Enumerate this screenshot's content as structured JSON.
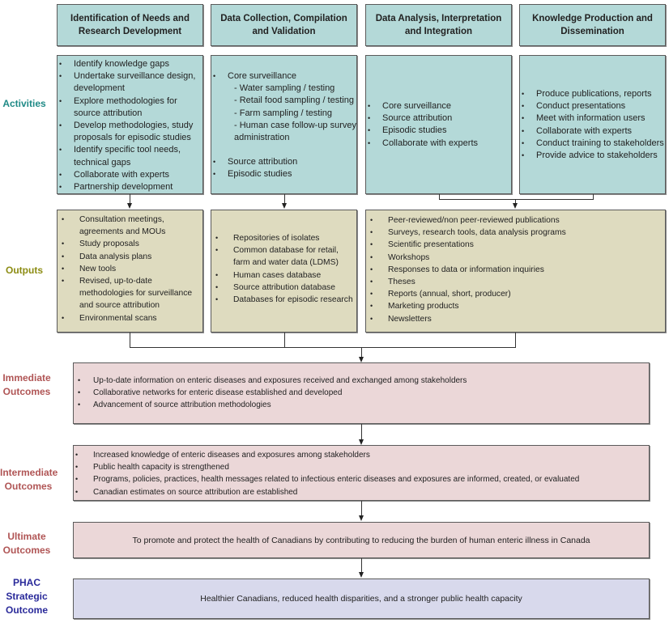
{
  "columns": [
    {
      "title": "Identification of Needs and Research Development"
    },
    {
      "title": "Data Collection, Compilation and Validation"
    },
    {
      "title": "Data Analysis, Interpretation and Integration"
    },
    {
      "title": "Knowledge Production and Dissemination"
    }
  ],
  "rows": {
    "activities": {
      "label": "Activities"
    },
    "outputs": {
      "label": "Outputs"
    },
    "immediate": {
      "label_line1": "Immediate",
      "label_line2": "Outcomes"
    },
    "intermediate": {
      "label_line1": "Intermediate",
      "label_line2": "Outcomes"
    },
    "ultimate": {
      "label_line1": "Ultimate",
      "label_line2": "Outcomes"
    },
    "strategic": {
      "label_line1": "PHAC",
      "label_line2": "Strategic",
      "label_line3": "Outcome"
    }
  },
  "activities": {
    "col1": [
      "Identify knowledge gaps",
      "Undertake surveillance design, development",
      "Explore methodologies for source attribution",
      "Develop methodologies, study proposals for episodic studies",
      "Identify specific tool needs, technical gaps",
      "Collaborate with experts",
      "Partnership development"
    ],
    "col2": {
      "core": "Core surveillance",
      "sub": [
        "- Water sampling / testing",
        "- Retail food sampling / testing",
        "- Farm sampling / testing",
        "- Human case follow-up survey administration"
      ],
      "rest": [
        "Source attribution",
        "Episodic studies"
      ]
    },
    "col3": [
      "Core surveillance",
      "Source attribution",
      "Episodic studies",
      "Collaborate with experts"
    ],
    "col4": [
      "Produce publications, reports",
      "Conduct presentations",
      "Meet with information users",
      "Collaborate with experts",
      "Conduct training to stakeholders",
      "Provide advice to stakeholders"
    ]
  },
  "outputs": {
    "col1": [
      "Consultation meetings, agreements and MOUs",
      "Study proposals",
      "Data analysis plans",
      "New tools",
      "Revised, up-to-date methodologies for surveillance and source attribution",
      "Environmental scans"
    ],
    "col2": [
      "Repositories of isolates",
      "Common database for retail, farm and water data (LDMS)",
      "Human cases database",
      "Source attribution database",
      "Databases for episodic research"
    ],
    "col3": [
      "Peer-reviewed/non peer-reviewed publications",
      "Surveys, research tools, data analysis programs",
      "Scientific presentations",
      "Workshops",
      "Responses to data or information inquiries",
      "Theses",
      "Reports (annual, short, producer)",
      "Marketing products",
      "Newsletters"
    ]
  },
  "immediate_outcomes": [
    "Up-to-date information on enteric diseases and exposures received and exchanged among stakeholders",
    "Collaborative networks for enteric disease established and developed",
    "Advancement of source attribution methodologies"
  ],
  "intermediate_outcomes": [
    "Increased knowledge of enteric diseases and exposures among stakeholders",
    "Public health capacity is strengthened",
    "Programs, policies, practices, health messages related to infectious enteric diseases and exposures are informed, created, or evaluated",
    "Canadian estimates on source attribution are established"
  ],
  "ultimate_outcome": "To promote and protect the health of Canadians by contributing to reducing the burden of human enteric illness in Canada",
  "strategic_outcome": "Healthier Canadians, reduced health disparities, and a stronger public health capacity",
  "colors": {
    "activities": "#b4d9d8",
    "outputs": "#dedbbf",
    "outcomes": "#ebd7d8",
    "strategic": "#d8d9ec"
  }
}
